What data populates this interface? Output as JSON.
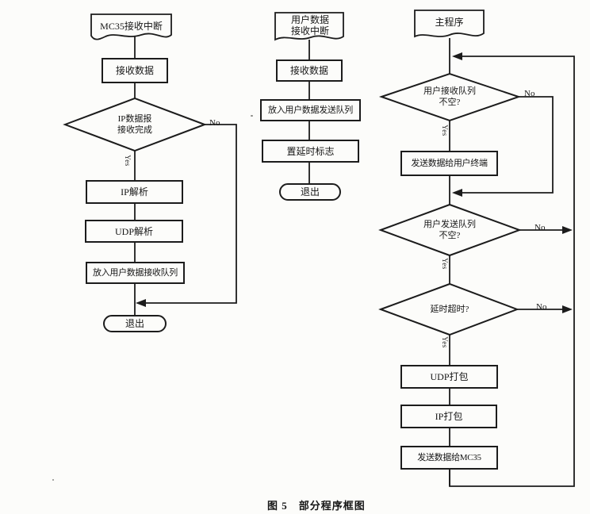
{
  "caption": {
    "fig": "图 5",
    "title": "部分程序框图"
  },
  "labels": {
    "yes": "Yes",
    "no": "No"
  },
  "left_chart": {
    "start": "MC35接收中断",
    "receive": "接收数据",
    "decision_line1": "IP数据报",
    "decision_line2": "接收完成",
    "ip_parse": "IP解析",
    "udp_parse": "UDP解析",
    "enqueue": "放入用户数据接收队列",
    "exit": "退出"
  },
  "middle_chart": {
    "start_line1": "用户数据",
    "start_line2": "接收中断",
    "receive": "接收数据",
    "enqueue": "放入用户数据发送队列",
    "set_delay_flag": "置延时标志",
    "exit": "退出"
  },
  "right_chart": {
    "start": "主程序",
    "decision1_line1": "用户接收队列",
    "decision1_line2": "不空?",
    "send_to_user": "发送数据给用户终端",
    "decision2_line1": "用户发送队列",
    "decision2_line2": "不空?",
    "decision3": "延时超时?",
    "udp_pack": "UDP打包",
    "ip_pack": "IP打包",
    "send_to_mc35": "发送数据给MC35"
  }
}
